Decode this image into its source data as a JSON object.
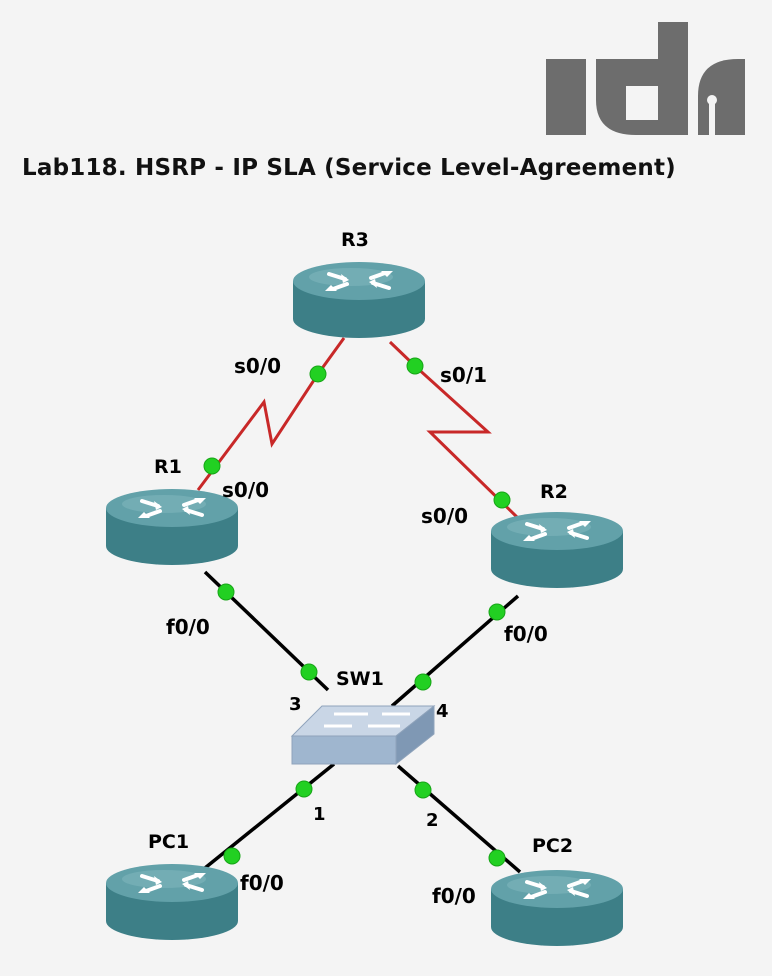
{
  "title": "Lab118. HSRP - IP SLA (Service Level-Agreement)",
  "logo": {
    "text": "ida",
    "color": "#6d6d6d"
  },
  "colors": {
    "background": "#f4f4f4",
    "router_top": "#5f9ea6",
    "router_body": "#3d7f87",
    "ethernet_link": "#000000",
    "serial_link": "#c82828",
    "port_dot": "#22d022",
    "switch_body": "#9fb6cf"
  },
  "devices": {
    "r1": {
      "label": "R1",
      "icon": "router-icon"
    },
    "r2": {
      "label": "R2",
      "icon": "router-icon"
    },
    "r3": {
      "label": "R3",
      "icon": "router-icon"
    },
    "sw1": {
      "label": "SW1",
      "icon": "switch-icon"
    },
    "pc1": {
      "label": "PC1",
      "icon": "router-icon"
    },
    "pc2": {
      "label": "PC2",
      "icon": "router-icon"
    }
  },
  "interfaces": {
    "r3_s00": "s0/0",
    "r3_s01": "s0/1",
    "r1_s00": "s0/0",
    "r2_s00": "s0/0",
    "r1_f00": "f0/0",
    "r2_f00": "f0/0",
    "sw1_p3": "3",
    "sw1_p4": "4",
    "sw1_p1": "1",
    "sw1_p2": "2",
    "pc1_f00": "f0/0",
    "pc2_f00": "f0/0"
  }
}
